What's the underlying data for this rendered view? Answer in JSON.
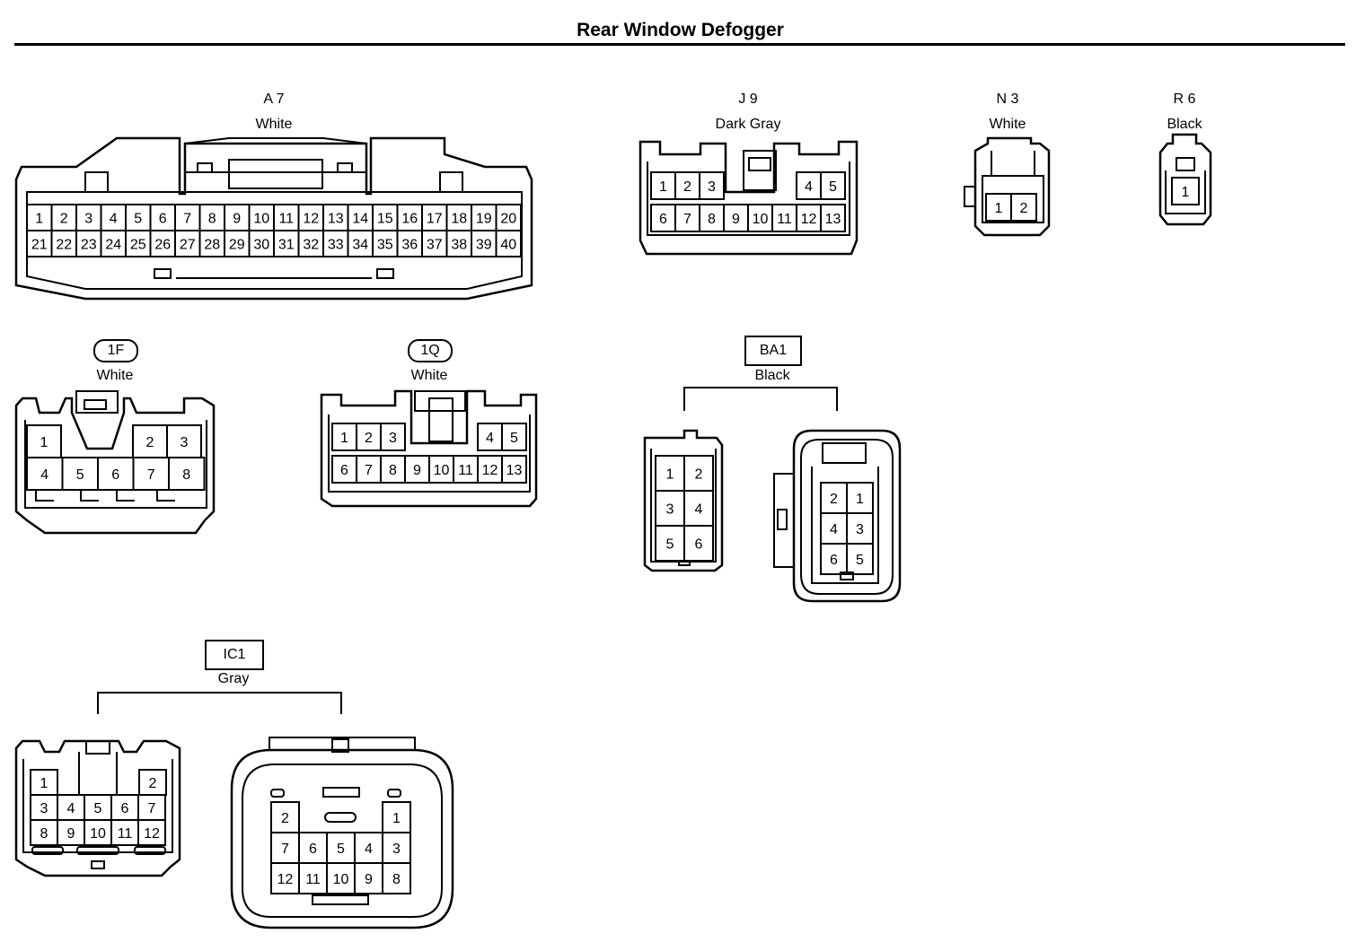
{
  "title": "Rear Window Defogger",
  "colors": {
    "line": "#000000",
    "background": "#ffffff"
  },
  "connectors": {
    "a7": {
      "code": "A 7",
      "color": "White",
      "rows": [
        [
          "1",
          "2",
          "3",
          "4",
          "5",
          "6",
          "7",
          "8",
          "9",
          "10",
          "11",
          "12",
          "13",
          "14",
          "15",
          "16",
          "17",
          "18",
          "19",
          "20"
        ],
        [
          "21",
          "22",
          "23",
          "24",
          "25",
          "26",
          "27",
          "28",
          "29",
          "30",
          "31",
          "32",
          "33",
          "34",
          "35",
          "36",
          "37",
          "38",
          "39",
          "40"
        ]
      ]
    },
    "j9": {
      "code": "J 9",
      "color": "Dark Gray",
      "row1": [
        "1",
        "2",
        "3",
        "4",
        "5"
      ],
      "row2": [
        "6",
        "7",
        "8",
        "9",
        "10",
        "11",
        "12",
        "13"
      ]
    },
    "n3": {
      "code": "N 3",
      "color": "White",
      "pins": [
        "1",
        "2"
      ]
    },
    "r6": {
      "code": "R 6",
      "color": "Black",
      "pins": [
        "1"
      ]
    },
    "f1": {
      "code": "1F",
      "color": "White",
      "row1": [
        "1",
        "2",
        "3"
      ],
      "row2": [
        "4",
        "5",
        "6",
        "7",
        "8"
      ]
    },
    "q1": {
      "code": "1Q",
      "color": "White",
      "row1": [
        "1",
        "2",
        "3",
        "4",
        "5"
      ],
      "row2": [
        "6",
        "7",
        "8",
        "9",
        "10",
        "11",
        "12",
        "13"
      ]
    },
    "ba1": {
      "code": "BA1",
      "color": "Black",
      "left": [
        [
          "1",
          "2"
        ],
        [
          "3",
          "4"
        ],
        [
          "5",
          "6"
        ]
      ],
      "right": [
        [
          "2",
          "1"
        ],
        [
          "4",
          "3"
        ],
        [
          "6",
          "5"
        ]
      ]
    },
    "ic1": {
      "code": "IC1",
      "color": "Gray",
      "left": [
        [
          "1",
          "2"
        ],
        [
          "3",
          "4",
          "5",
          "6",
          "7"
        ],
        [
          "8",
          "9",
          "10",
          "11",
          "12"
        ]
      ],
      "right": [
        [
          "2",
          "1"
        ],
        [
          "7",
          "6",
          "5",
          "4",
          "3"
        ],
        [
          "12",
          "11",
          "10",
          "9",
          "8"
        ]
      ]
    }
  }
}
